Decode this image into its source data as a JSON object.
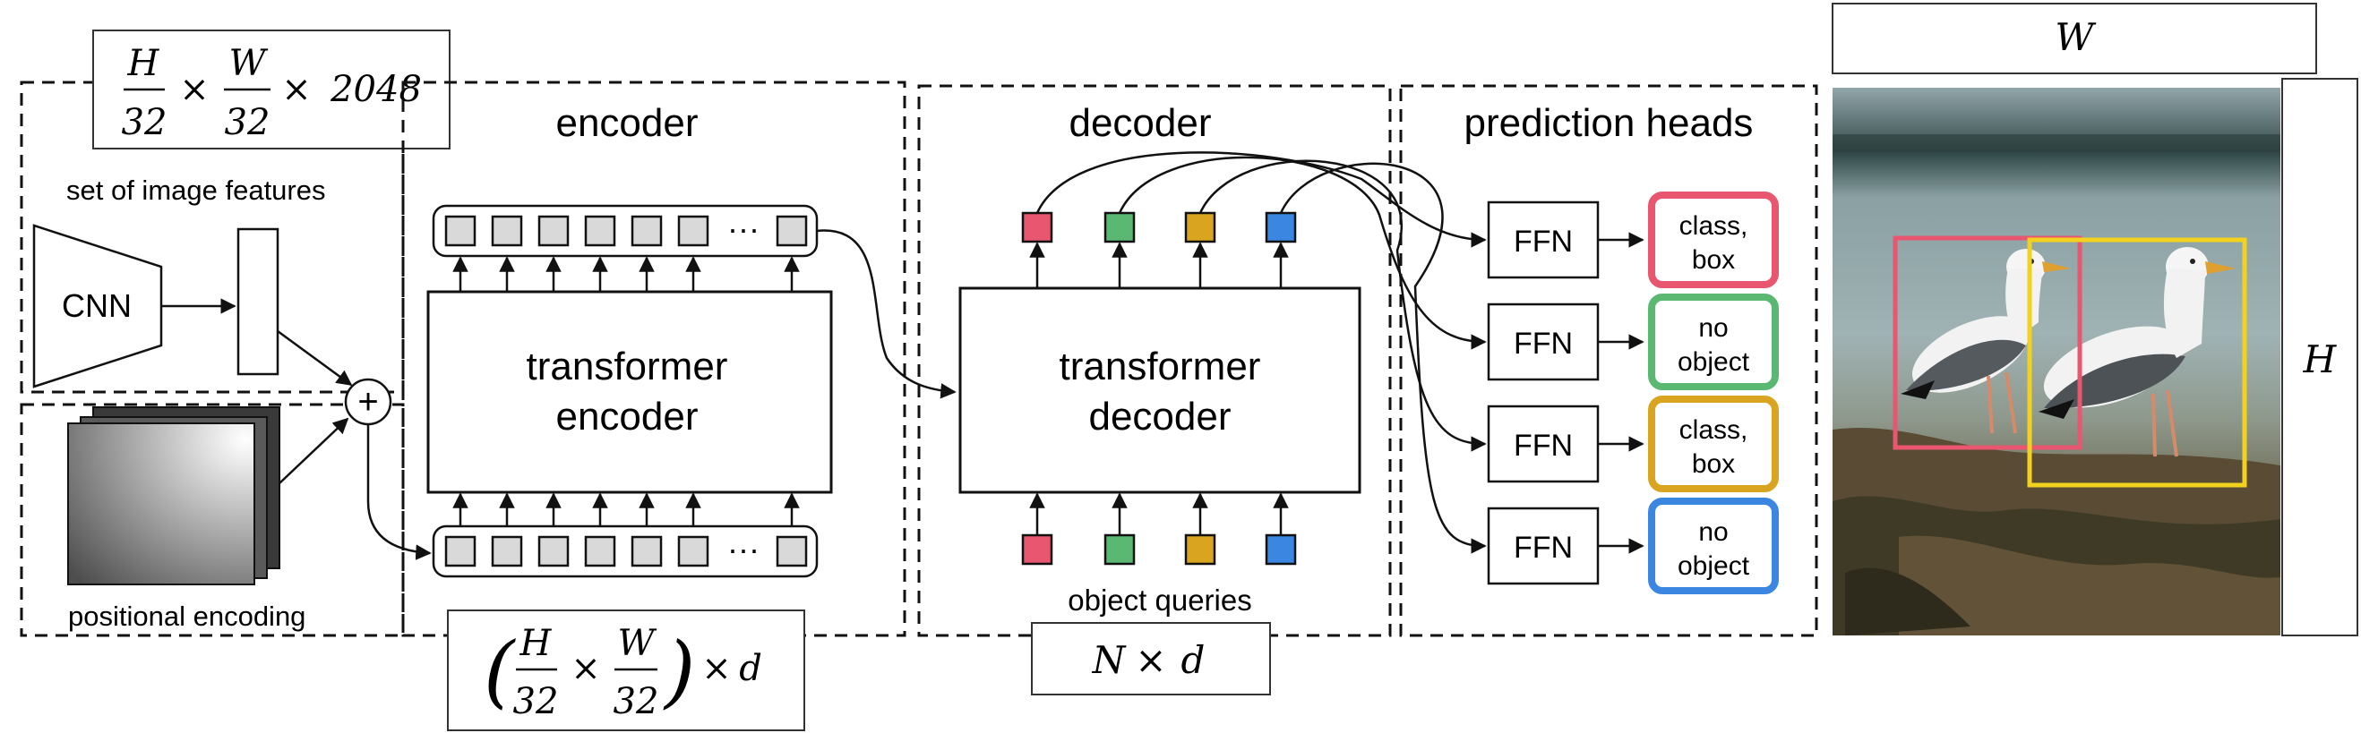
{
  "input_dims": {
    "h_symbol": "H",
    "w_symbol": "W",
    "denominator": "32",
    "times": "×",
    "channels": "2048"
  },
  "sections": {
    "encoder": "encoder",
    "decoder": "decoder",
    "prediction_heads": "prediction heads"
  },
  "backbone": {
    "cnn_label": "CNN",
    "image_features_label": "set of image features",
    "positional_encoding_label": "positional encoding",
    "add_symbol": "+"
  },
  "encoder_block": {
    "line1": "transformer",
    "line2": "encoder",
    "ellipsis": "···"
  },
  "decoder_block": {
    "line1": "transformer",
    "line2": "decoder",
    "object_queries_label": "object queries"
  },
  "encoder_shape": {
    "h": "H",
    "w": "W",
    "denominator": "32",
    "times": "×",
    "d": "d"
  },
  "decoder_shape": {
    "n": "N",
    "times": "×",
    "d": "d"
  },
  "heads": [
    {
      "ffn": "FFN",
      "line1": "class,",
      "line2": "box",
      "color": "#e8566f"
    },
    {
      "ffn": "FFN",
      "line1": "no",
      "line2": "object",
      "color": "#5bb873"
    },
    {
      "ffn": "FFN",
      "line1": "class,",
      "line2": "box",
      "color": "#d9a521"
    },
    {
      "ffn": "FFN",
      "line1": "no",
      "line2": "object",
      "color": "#3a86e0"
    }
  ],
  "query_colors": [
    "#e8566f",
    "#5bb873",
    "#d9a521",
    "#3a86e0"
  ],
  "image_panel": {
    "width_label": "W",
    "height_label": "H",
    "box_colors": [
      "#e8566f",
      "#f2d11f"
    ]
  }
}
